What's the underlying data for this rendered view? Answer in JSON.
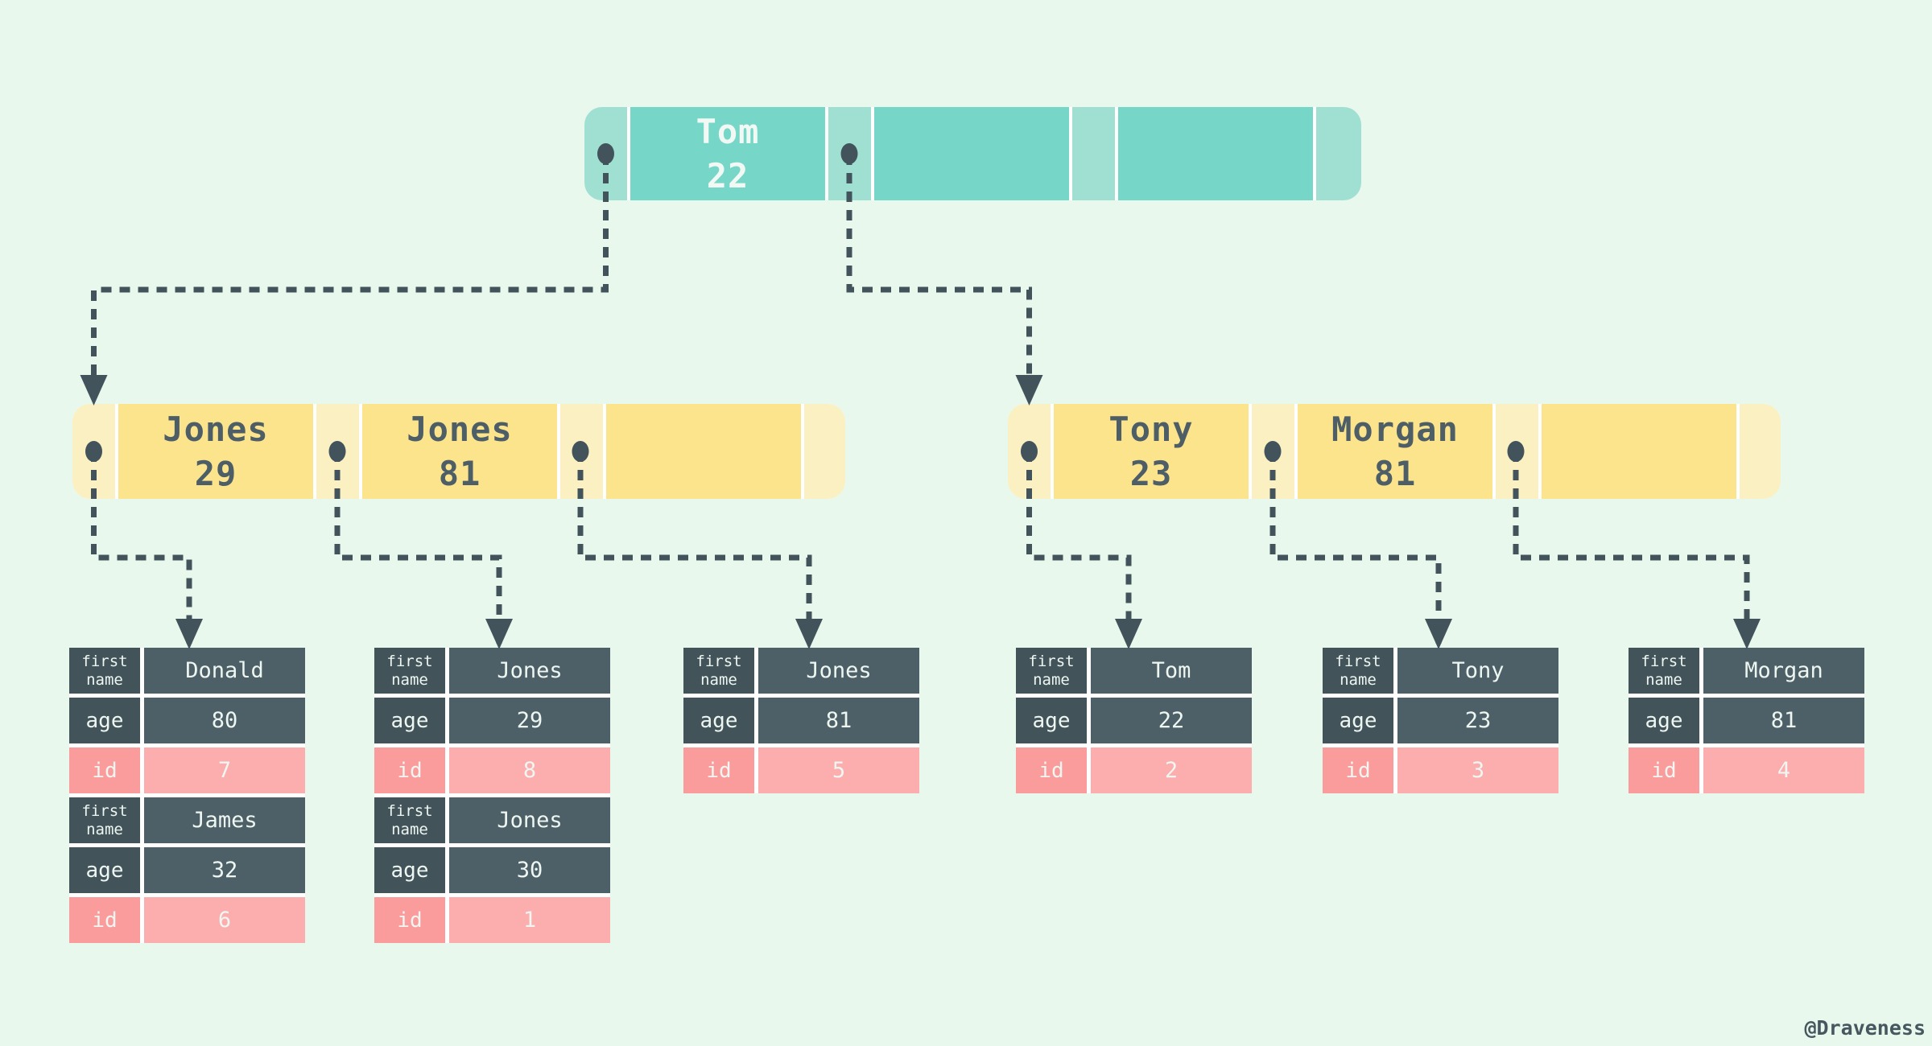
{
  "diagram": {
    "type": "bplus-tree-index",
    "watermark": "@Draveness",
    "colors": {
      "background": "#e8f8ec",
      "teal_key": "#76d7c8",
      "teal_pointer": "#9fe0d3",
      "yellow_key": "#fce48d",
      "yellow_pointer": "#faf0c2",
      "slate_label": "#42545a",
      "slate_value": "#4e6067",
      "pink_label": "#fb9c9c",
      "pink_value": "#fcadad",
      "connector": "#42535c",
      "separator": "#ffffff"
    }
  },
  "nodes": {
    "root": {
      "cells": [
        {
          "name": "Tom",
          "age": "22"
        },
        {
          "name": "",
          "age": ""
        },
        {
          "name": "",
          "age": ""
        }
      ]
    },
    "left": {
      "cells": [
        {
          "name": "Jones",
          "age": "29"
        },
        {
          "name": "Jones",
          "age": "81"
        },
        {
          "name": "",
          "age": ""
        }
      ]
    },
    "right": {
      "cells": [
        {
          "name": "Tony",
          "age": "23"
        },
        {
          "name": "Morgan",
          "age": "81"
        },
        {
          "name": "",
          "age": ""
        }
      ]
    }
  },
  "labels": {
    "first_name": "first name",
    "age": "age",
    "id": "id"
  },
  "tables": [
    {
      "records": [
        {
          "first_name": "Donald",
          "age": "80",
          "id": "7"
        },
        {
          "first_name": "James",
          "age": "32",
          "id": "6"
        }
      ]
    },
    {
      "records": [
        {
          "first_name": "Jones",
          "age": "29",
          "id": "8"
        },
        {
          "first_name": "Jones",
          "age": "30",
          "id": "1"
        }
      ]
    },
    {
      "records": [
        {
          "first_name": "Jones",
          "age": "81",
          "id": "5"
        }
      ]
    },
    {
      "records": [
        {
          "first_name": "Tom",
          "age": "22",
          "id": "2"
        }
      ]
    },
    {
      "records": [
        {
          "first_name": "Tony",
          "age": "23",
          "id": "3"
        }
      ]
    },
    {
      "records": [
        {
          "first_name": "Morgan",
          "age": "81",
          "id": "4"
        }
      ]
    }
  ]
}
